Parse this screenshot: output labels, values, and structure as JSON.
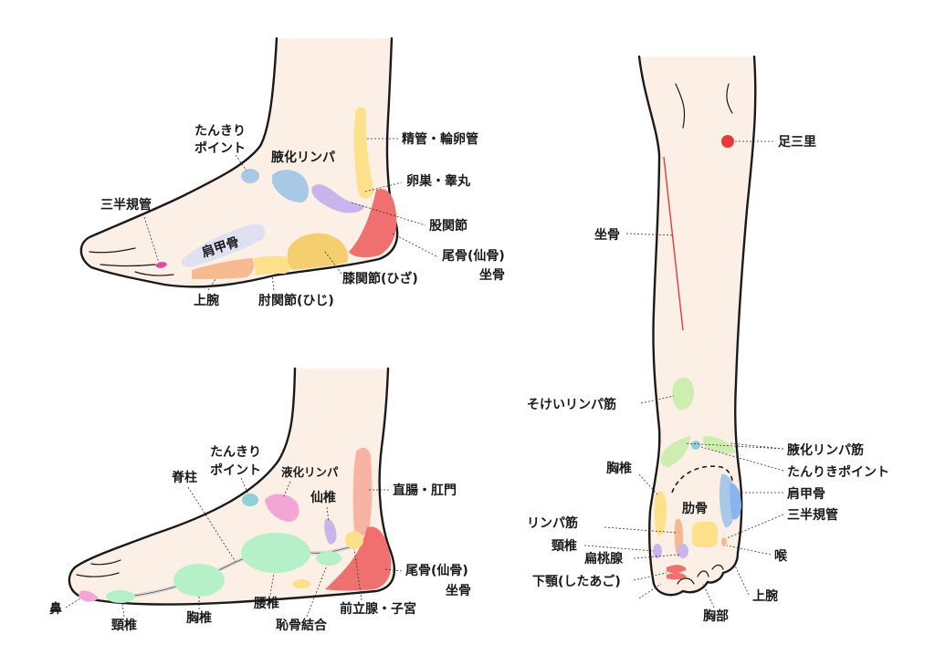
{
  "colors": {
    "skin": "#fcefe5",
    "outline": "#1a1a1a",
    "orange": "#f7b98f",
    "yellow": "#fce08a",
    "gold": "#f5cf6f",
    "blue": "#a8c9e6",
    "teal": "#8fd0d8",
    "purple": "#c9b4ec",
    "pink": "#f2a6d6",
    "mint": "#b6f0c8",
    "lime": "#cdeeb0",
    "red": "#f06f6f",
    "salmon": "#f7b3a3",
    "magenta": "#e14aa3",
    "crimson": "#e53b3b"
  },
  "labels": {
    "inner_foot": {
      "tankiri": "たんきり",
      "tankiri2": "ポイント",
      "ekika_lympha": "腋化リンパ",
      "seikan": "精管・輪卵管",
      "ransou": "卵巣・睾丸",
      "kokansetsu": "股関節",
      "bikotsu": "尾骨(仙骨)",
      "zakotsu": "坐骨",
      "sanhan": "三半規管",
      "kenkoukotsu": "肩甲骨",
      "jouwan": "上腕",
      "chuukansetsu": "肘関節(ひじ)",
      "shitsukansetsu": "膝関節(ひざ)"
    },
    "outer_foot": {
      "tankiri": "たんきり",
      "tankiri2": "ポイント",
      "sekichuu": "脊柱",
      "ekika_lympha": "液化リンパ",
      "senTsui": "仙椎",
      "chokuchou": "直腸・肛門",
      "bikotsu": "尾骨(仙骨)",
      "zakotsu": "坐骨",
      "hana": "鼻",
      "keitsui": "頸椎",
      "kyoutsui": "胸椎",
      "youtsui": "腰椎",
      "chikotsu": "恥骨結合",
      "zenritsusen": "前立腺・子宮"
    },
    "leg": {
      "ashisanri": "足三里",
      "zakotsu": "坐骨",
      "sokei": "そけいリンパ筋",
      "ekika": "腋化リンパ筋",
      "tanri": "たんりきポイント",
      "kyoutsui": "胸椎",
      "kenkoukotsu": "肩甲骨",
      "rokkotsu": "肋骨",
      "sanhan": "三半規管",
      "lympha": "リンパ筋",
      "keitsui": "頸椎",
      "hentousen": "扁桃腺",
      "nodo": "喉",
      "kagaku": "下顎(したあご)",
      "jouwan": "上腕",
      "kyoubu": "胸部"
    }
  }
}
